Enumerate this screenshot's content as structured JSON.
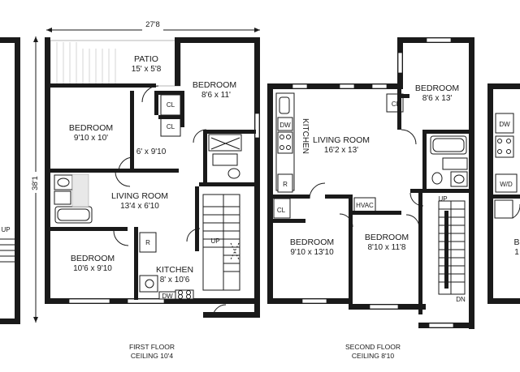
{
  "dimensions": {
    "width": "27'8",
    "height": "38'1"
  },
  "first_floor": {
    "caption_line1": "FIRST FLOOR",
    "caption_line2": "CEILING 10'4",
    "rooms": {
      "patio_name": "PATIO",
      "patio_size": "15' x 5'8",
      "bedroom_ne_name": "BEDROOM",
      "bedroom_ne_size": "8'6 x 11'",
      "bedroom_nw_name": "BEDROOM",
      "bedroom_nw_size": "9'10 x 10'",
      "hall_size": "6' x 9'10",
      "living_name": "LIVING ROOM",
      "living_size": "13'4 x 6'10",
      "bedroom_sw_name": "BEDROOM",
      "bedroom_sw_size": "10'6 x 9'10",
      "kitchen_name": "KITCHEN",
      "kitchen_size": "8' x 10'6"
    },
    "labels": {
      "closet_1": "CL",
      "closet_2": "CL",
      "fridge": "R",
      "dishwasher": "DW",
      "stair_up": "UP",
      "stair_down": "DN"
    }
  },
  "second_floor": {
    "caption_line1": "SECOND FLOOR",
    "caption_line2": "CEILING 8'10",
    "rooms": {
      "living_name": "LIVING ROOM",
      "living_size": "16'2 x 13'",
      "kitchen_name": "KITCHEN",
      "bedroom_ne_name": "BEDROOM",
      "bedroom_ne_size": "8'6 x 13'",
      "bedroom_sw_name": "BEDROOM",
      "bedroom_sw_size": "9'10 x 13'10",
      "bedroom_s_name": "BEDROOM",
      "bedroom_s_size": "8'10 x 11'8"
    },
    "labels": {
      "closet_1": "CL",
      "closet_2": "CL",
      "hvac": "HVAC",
      "dishwasher": "DW",
      "fridge": "R",
      "stair_up": "UP",
      "stair_down": "DN"
    }
  },
  "left_partial": {
    "stair_up": "UP"
  },
  "right_partial": {
    "dishwasher": "DW",
    "washer_dryer": "W/D",
    "bedroom_fragment": "B",
    "size_fragment": "1"
  }
}
